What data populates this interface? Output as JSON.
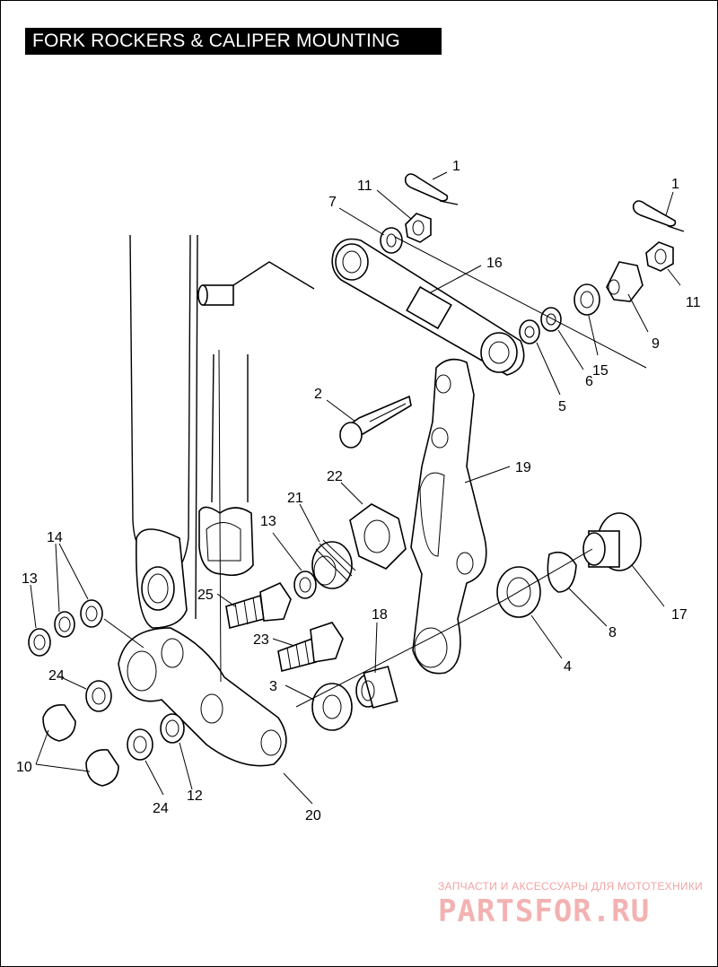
{
  "title": "FORK ROCKERS & CALIPER MOUNTING",
  "watermark": {
    "tagline": "ЗАПЧАСТИ И АКСЕССУАРЫ ДЛЯ МОТОТЕХНИКИ",
    "brand": "PARTSFOR.RU",
    "color": "#f2a3a3"
  },
  "callouts": [
    {
      "id": "c1a",
      "label": "1"
    },
    {
      "id": "c1b",
      "label": "1"
    },
    {
      "id": "c11a",
      "label": "11"
    },
    {
      "id": "c11b",
      "label": "11"
    },
    {
      "id": "c7",
      "label": "7"
    },
    {
      "id": "c16",
      "label": "16"
    },
    {
      "id": "c2",
      "label": "2"
    },
    {
      "id": "c9",
      "label": "9"
    },
    {
      "id": "c15",
      "label": "15"
    },
    {
      "id": "c6",
      "label": "6"
    },
    {
      "id": "c5",
      "label": "5"
    },
    {
      "id": "c19",
      "label": "19"
    },
    {
      "id": "c22",
      "label": "22"
    },
    {
      "id": "c21",
      "label": "21"
    },
    {
      "id": "c13a",
      "label": "13"
    },
    {
      "id": "c13b",
      "label": "13"
    },
    {
      "id": "c14",
      "label": "14"
    },
    {
      "id": "c25",
      "label": "25"
    },
    {
      "id": "c18",
      "label": "18"
    },
    {
      "id": "c23",
      "label": "23"
    },
    {
      "id": "c17",
      "label": "17"
    },
    {
      "id": "c8",
      "label": "8"
    },
    {
      "id": "c4",
      "label": "4"
    },
    {
      "id": "c24a",
      "label": "24"
    },
    {
      "id": "c24b",
      "label": "24"
    },
    {
      "id": "c3",
      "label": "3"
    },
    {
      "id": "c10",
      "label": "10"
    },
    {
      "id": "c12",
      "label": "12"
    },
    {
      "id": "c20",
      "label": "20"
    }
  ]
}
